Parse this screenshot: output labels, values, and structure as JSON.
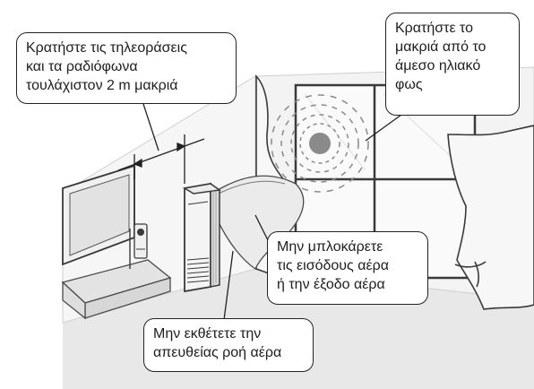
{
  "callouts": {
    "tv_distance": {
      "lines": [
        "Κρατήστε τις τηλεοράσεις",
        "και τα ραδιόφωνα",
        "τουλάχιστον 2 m μακριά"
      ]
    },
    "sunlight": {
      "lines": [
        "Κρατήστε το",
        "μακριά από το",
        "άμεσο ηλιακό",
        "φως"
      ]
    },
    "vents": {
      "lines": [
        "Μην μπλοκάρετε",
        "τις εισόδους αέρα",
        "ή την έξοδο αέρα"
      ]
    },
    "airflow": {
      "lines": [
        "Μην εκθέτετε την",
        "απευθείας ροή αέρα"
      ]
    }
  },
  "colors": {
    "line": "#222222",
    "wall": "#f1f1f1",
    "floor": "#e0e0e0",
    "furniture": "#e6e6e6",
    "window_glass": "#f6f6f6",
    "sun": "#8a8a8a",
    "airflow": "#ececec"
  }
}
